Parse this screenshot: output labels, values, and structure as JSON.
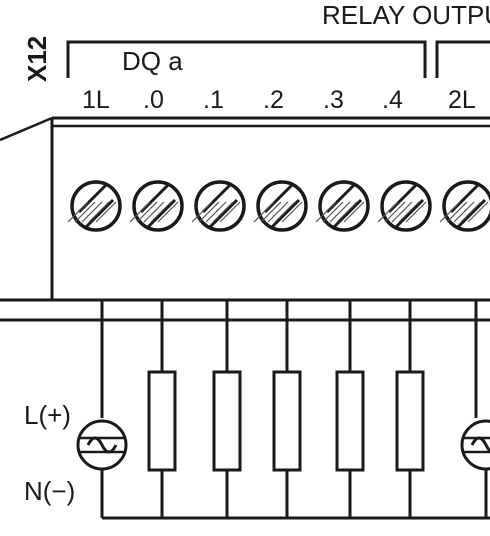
{
  "connector": {
    "id_label": "X12",
    "group_title": "RELAY OUTPU",
    "subgroup_label": "DQ a",
    "terminals": [
      "1L",
      ".0",
      ".1",
      ".2",
      ".3",
      ".4",
      "2L"
    ]
  },
  "power": {
    "live_label": "L(+)",
    "neutral_label": "N(−)"
  },
  "loads": {
    "count": 5
  },
  "colors": {
    "line": "#1a1a1a",
    "background": "#ffffff",
    "hatch": "#555555"
  }
}
